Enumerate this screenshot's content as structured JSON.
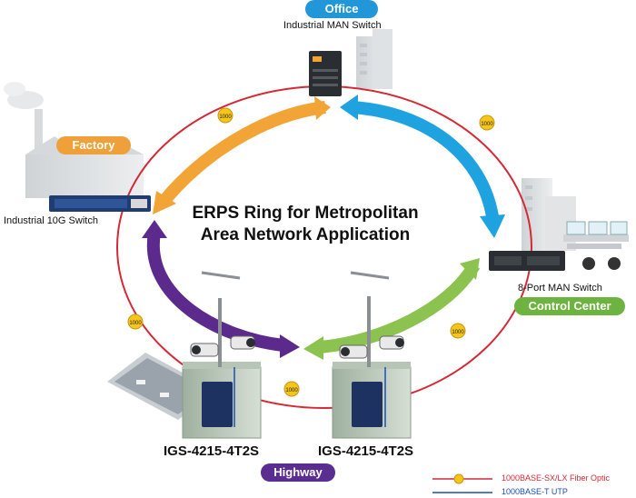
{
  "locations": {
    "office": "Office",
    "factory": "Factory",
    "control_center": "Control Center",
    "highway": "Highway"
  },
  "devices": {
    "office_switch": "Industrial MAN Switch",
    "factory_switch": "Industrial 10G Switch",
    "control_switch": "8-Port MAN Switch",
    "highway_left": "IGS-4215-4T2S",
    "highway_right": "IGS-4215-4T2S"
  },
  "title": {
    "line1": "ERPS Ring for Metropolitan",
    "line2": "Area Network Application"
  },
  "ring_speed_label": "1000",
  "legend": {
    "fiber": "1000BASE-SX/LX Fiber Optic",
    "utp": "1000BASE-T UTP"
  },
  "colors": {
    "ring": "#d42a35",
    "office_pill": "#2196d8",
    "factory_pill": "#f0a038",
    "control_pill": "#6cb33f",
    "highway_pill": "#5c2d91",
    "arrow_orange": "#f2a436",
    "arrow_blue": "#1fa3e0",
    "arrow_green": "#8cc24f",
    "arrow_purple": "#5c2a8c",
    "utp_line": "#1d4fb0",
    "legend_fiber_text": "#d42a35",
    "legend_utp_text": "#1d4fb0"
  }
}
